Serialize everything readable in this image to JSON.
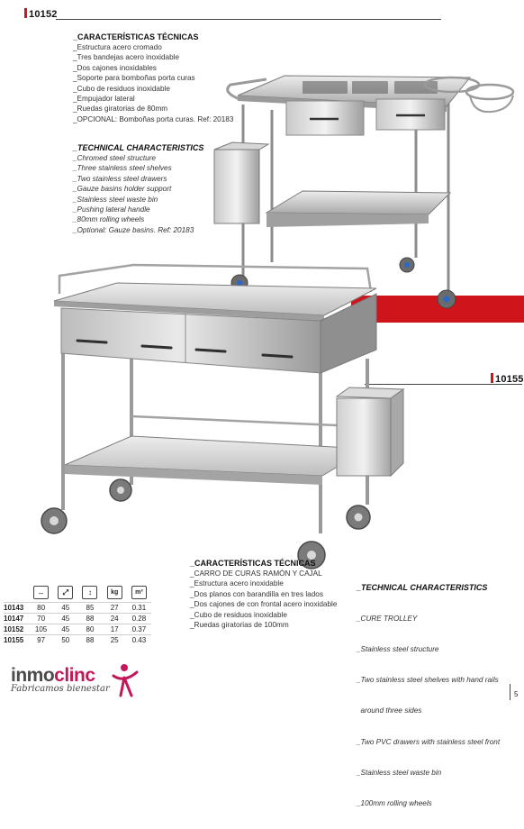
{
  "product_top": {
    "code": "10152",
    "es_title": "_CARACTERÍSTICAS TÉCNICAS",
    "es_items": [
      "_Estructura  acero cromado",
      "_Tres bandejas acero inoxidable",
      "_Dos cajones inoxidables",
      "_Soporte para bomboñas porta curas",
      "_Cubo de residuos inoxidable",
      "_Empujador lateral",
      "_Ruedas giratorias de 80mm",
      "_OPCIONAL: Bomboñas porta curas. Ref: 20183"
    ],
    "en_title": "_TECHNICAL CHARACTERISTICS",
    "en_items": [
      "_Chromed steel structure",
      "_Three stainless steel shelves",
      "_Two stainless steel drawers",
      "_Gauze basins holder support",
      "_Stainless steel waste bin",
      "_Pushing lateral handle",
      "_80mm rolling wheels",
      "_Optional: Gauze basins. Ref: 20183"
    ]
  },
  "product_bottom": {
    "code": "10155",
    "es_title": "_CARACTERÍSTICAS TÉCNICAS",
    "es_items": [
      "_CARRO DE CURAS RAMÓN Y CAJAL",
      "_Estructura acero inoxidable",
      "_Dos planos con barandilla en tres lados",
      "_Dos cajones de con frontal acero inoxidable",
      "_Cubo de residuos inoxidable",
      "_Ruedas giratorias de 100mm"
    ],
    "en_title": "_TECHNICAL CHARACTERISTICS",
    "en_items": [
      "_CURE TROLLEY",
      "_Stainless steel structure",
      "_Two stainless steel shelves with hand rails",
      "  around three sides",
      "_Two PVC drawers with stainless steel front",
      "_Stainless steel waste bin",
      "_100mm rolling wheels"
    ]
  },
  "table": {
    "icons": [
      {
        "name": "width-arrows-icon",
        "glyph": "↔"
      },
      {
        "name": "depth-arrow-icon",
        "glyph": "⤢"
      },
      {
        "name": "height-arrows-icon",
        "glyph": "↕"
      },
      {
        "name": "weight-icon",
        "glyph": "kg"
      },
      {
        "name": "volume-m3-icon",
        "glyph": "m³"
      }
    ],
    "rows": [
      {
        "ref": "10143",
        "w": "80",
        "d": "45",
        "h": "85",
        "kg": "27",
        "m3": "0.31"
      },
      {
        "ref": "10147",
        "w": "70",
        "d": "45",
        "h": "88",
        "kg": "24",
        "m3": "0.28"
      },
      {
        "ref": "10152",
        "w": "105",
        "d": "45",
        "h": "80",
        "kg": "17",
        "m3": "0.37"
      },
      {
        "ref": "10155",
        "w": "97",
        "d": "50",
        "h": "88",
        "kg": "25",
        "m3": "0.43"
      }
    ]
  },
  "brand": {
    "name_a": "inmo",
    "name_b": "clinc",
    "tagline": "Fabricamos bienestar"
  },
  "page_number": "5",
  "colors": {
    "accent_red": "#d0141b",
    "steel_light": "#d9d9d9",
    "steel_mid": "#a9a9a9",
    "steel_dark": "#6e6e6e",
    "brand_gray": "#4b4b4b",
    "brand_pink": "#c2185b"
  }
}
